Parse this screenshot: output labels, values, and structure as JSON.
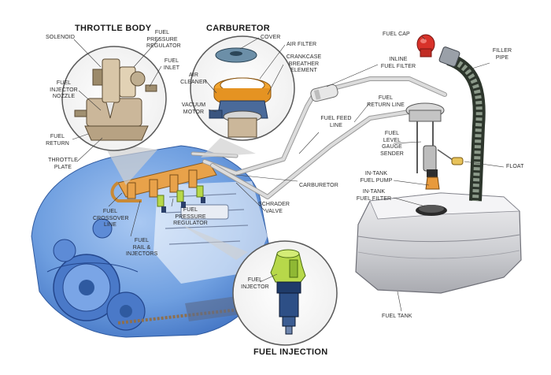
{
  "titles": {
    "throttle_body": "THROTTLE BODY",
    "carburetor": "CARBURETOR",
    "fuel_injection": "FUEL INJECTION"
  },
  "labels": {
    "solenoid": "SOLENOID",
    "fuel_pressure_regulator_tb": "FUEL\nPRESSURE\nREGULATOR",
    "fuel_inlet": "FUEL\nINLET",
    "fuel_injector_nozzle": "FUEL\nINJECTOR\nNOZZLE",
    "fuel_return": "FUEL\nRETURN",
    "throttle_plate": "THROTTLE\nPLATE",
    "cover": "COVER",
    "air_filter": "AIR FILTER",
    "air_cleaner": "AIR\nCLEANER",
    "crankcase_breather": "CRANKCASE\nBREATHER\nELEMENT",
    "vacuum_motor": "VACUUM\nMOTOR",
    "fuel_feed_line": "FUEL FEED\nLINE",
    "fuel_cap": "FUEL CAP",
    "filler_pipe": "FILLER\nPIPE",
    "inline_fuel_filter": "INLINE\nFUEL FILTER",
    "fuel_return_line": "FUEL\nRETURN LINE",
    "fuel_level_gauge_sender": "FUEL\nLEVEL\nGAUGE\nSENDER",
    "float": "FLOAT",
    "in_tank_fuel_pump": "IN-TANK\nFUEL PUMP",
    "in_tank_fuel_filter": "IN-TANK\nFUEL FILTER",
    "carburetor_label": "CARBURETOR",
    "schrader_valve": "SCHRADER\nVALVE",
    "fuel_crossover_line": "FUEL\nCROSSOVER\nLINE",
    "fuel_pressure_regulator": "FUEL\nPRESSURE\nREGULATOR",
    "fuel_rail_injectors": "FUEL\nRAIL &\nINJECTORS",
    "fuel_injector": "FUEL\nINJECTOR",
    "fuel_tank": "FUEL TANK"
  },
  "colors": {
    "engine_blue": "#6f9fe0",
    "engine_blue_dark": "#3d6fc0",
    "fuel_line": "#c9c9c9",
    "tank": "#d4d4d6",
    "air_filter_orange": "#f2a531",
    "injector_green": "#b7d84a",
    "fuel_cap_red": "#d8322a",
    "rail_orange": "#e8a24a"
  }
}
